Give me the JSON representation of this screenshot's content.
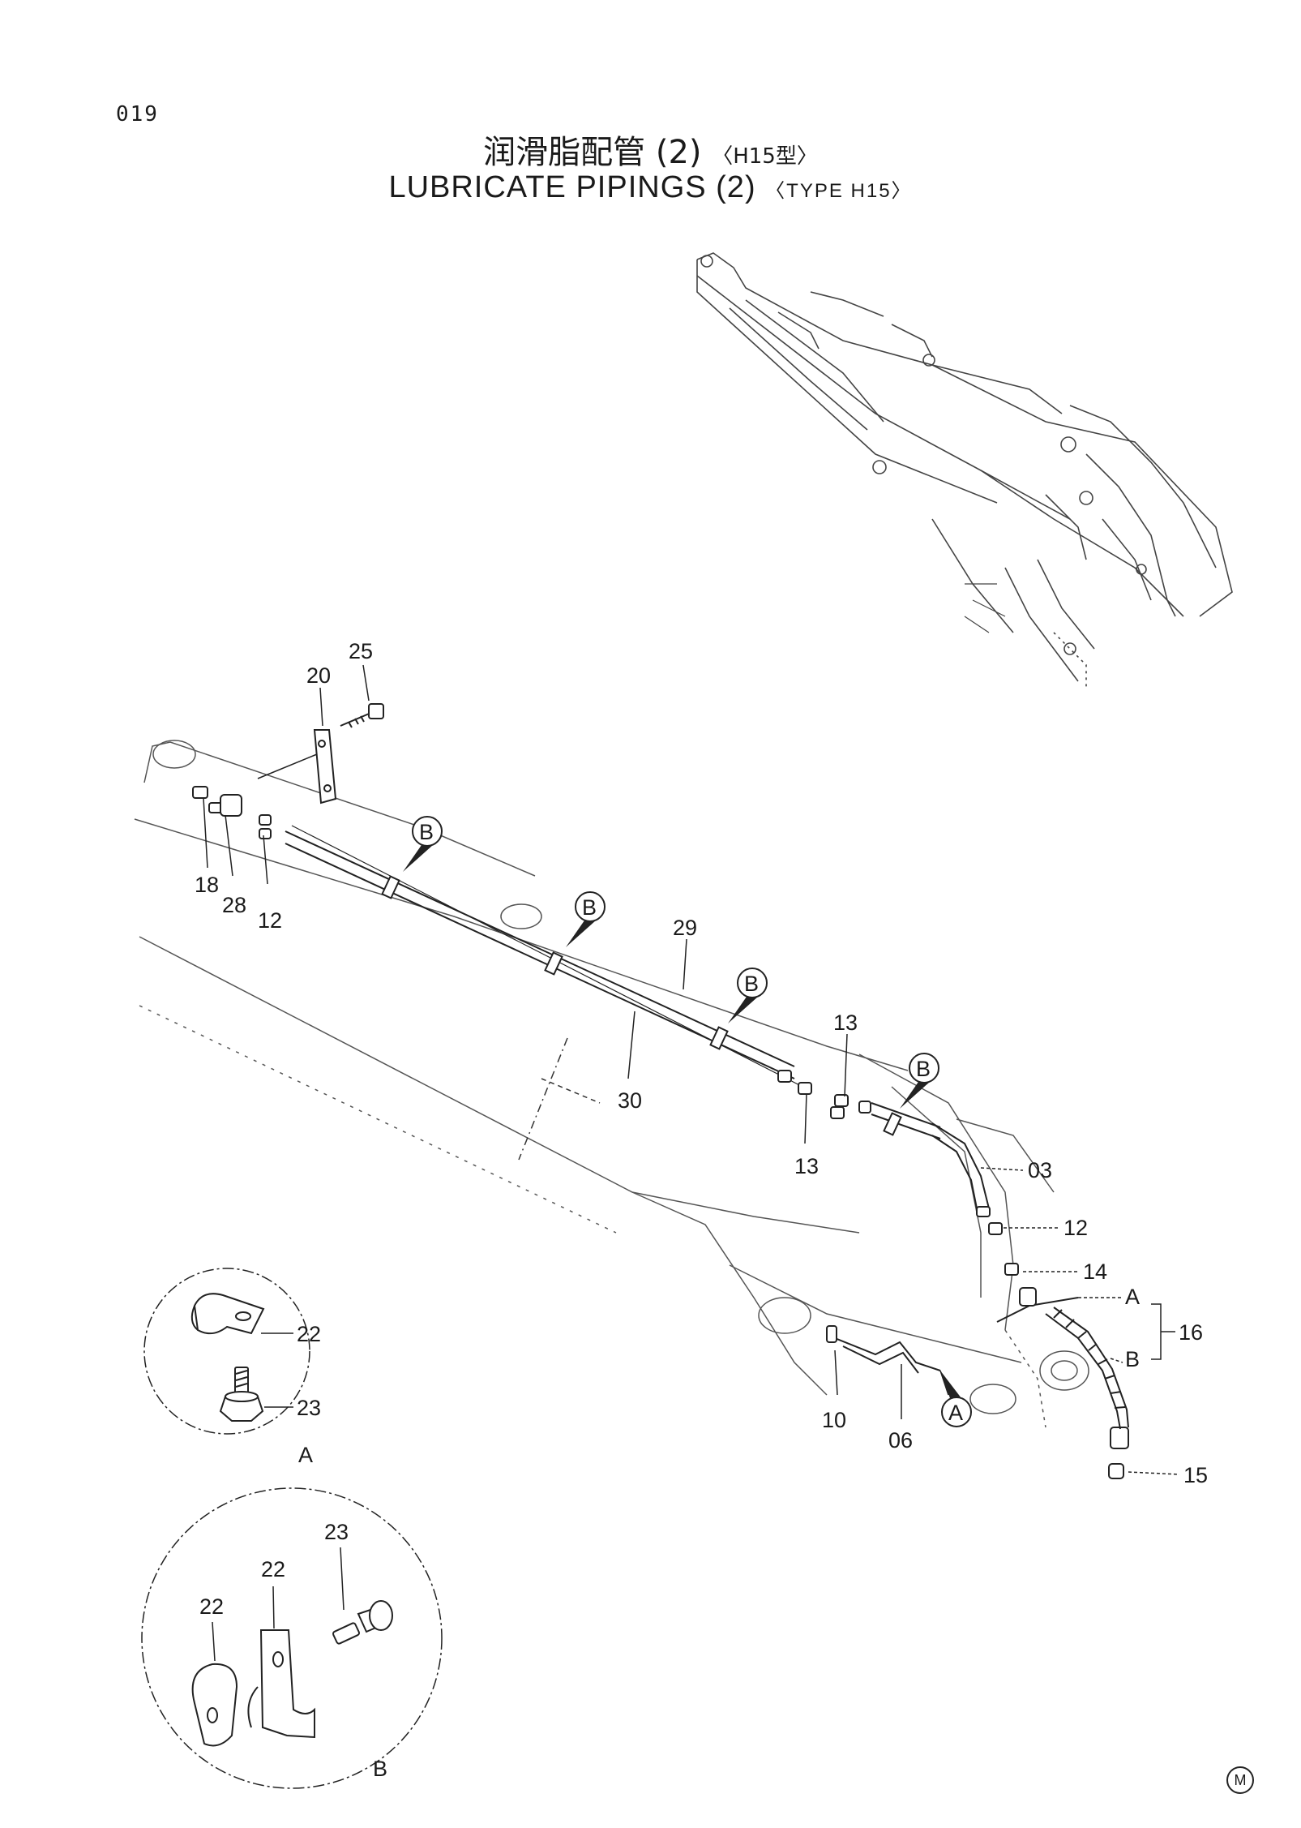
{
  "page": {
    "number": "019"
  },
  "title": {
    "cn_main": "润滑脂配管 (2)",
    "cn_sub": "〈H15型〉",
    "en_main": "LUBRICATE PIPINGS (2)",
    "en_sub": "〈TYPE H15〉"
  },
  "callouts": {
    "p25": "25",
    "p20": "20",
    "p18": "18",
    "p28": "28",
    "p12a": "12",
    "p29": "29",
    "p30": "30",
    "p13a": "13",
    "p13b": "13",
    "p03": "03",
    "p12b": "12",
    "p14": "14",
    "p16": "16",
    "p16a": "A",
    "p16b": "B",
    "p10": "10",
    "p06": "06",
    "p15": "15",
    "detA_22": "22",
    "detA_23": "23",
    "detB_22a": "22",
    "detB_22b": "22",
    "detB_23": "23"
  },
  "clamp_markers": {
    "b": "B",
    "a": "A"
  },
  "details": {
    "a_label": "A",
    "b_label": "B"
  },
  "footer": {
    "mark": "M"
  }
}
